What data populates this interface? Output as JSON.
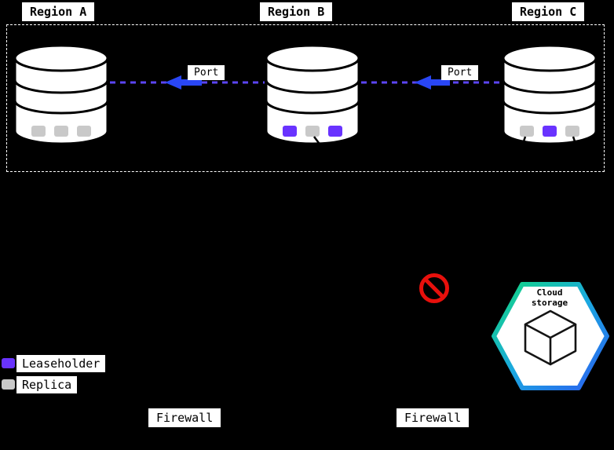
{
  "diagram": {
    "regions": [
      {
        "label": "Region A",
        "replicas": [
          "replica",
          "replica",
          "replica"
        ]
      },
      {
        "label": "Region B",
        "replicas": [
          "leaseholder",
          "replica",
          "leaseholder"
        ]
      },
      {
        "label": "Region C",
        "replicas": [
          "replica",
          "leaseholder",
          "replica"
        ]
      }
    ],
    "connections": [
      {
        "label": "Port"
      },
      {
        "label": "Port"
      }
    ],
    "firewalls": [
      {
        "label": "Firewall"
      },
      {
        "label": "Firewall"
      }
    ],
    "legend": [
      {
        "swatch": "leaseholder",
        "label": "Leaseholder"
      },
      {
        "swatch": "replica",
        "label": "Replica"
      }
    ],
    "cloud_storage": {
      "lines": [
        "Cloud",
        "storage"
      ]
    },
    "colors": {
      "leaseholder": "#6933ff",
      "replica": "#c9c9c9",
      "dashed_link": "#5b45f5",
      "traffic_arrow": "#2946f5",
      "prohibited": "#e8100c",
      "hex_gradient_start": "#12d87e",
      "hex_gradient_mid": "#1ba8e0",
      "hex_gradient_end": "#2b5cf0"
    }
  }
}
